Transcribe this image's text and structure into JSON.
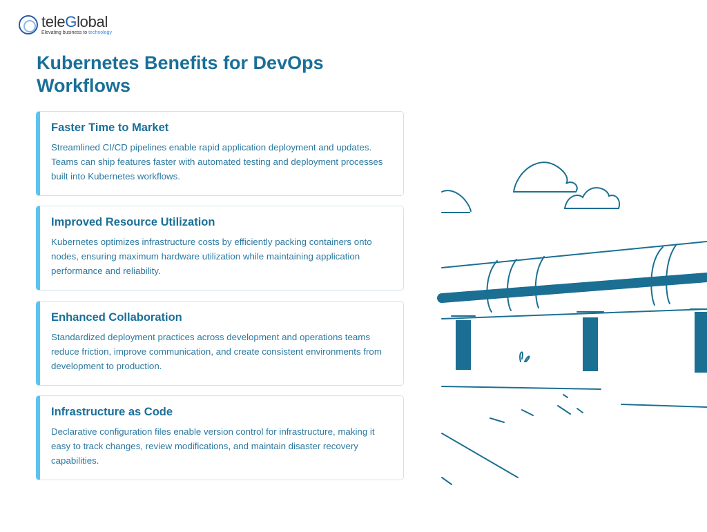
{
  "logo": {
    "brand_prefix": "tele",
    "brand_g": "G",
    "brand_suffix": "lobal",
    "tagline_prefix": "Elevating business to ",
    "tagline_accent": "technology"
  },
  "title": "Kubernetes Benefits for DevOps Workflows",
  "cards": [
    {
      "title": "Faster Time to Market",
      "body": "Streamlined CI/CD pipelines enable rapid application deployment and updates. Teams can ship features faster with automated testing and deployment processes built into Kubernetes workflows."
    },
    {
      "title": "Improved Resource Utilization",
      "body": "Kubernetes optimizes infrastructure costs by efficiently packing containers onto nodes, ensuring maximum hardware utilization while maintaining application performance and reliability."
    },
    {
      "title": "Enhanced Collaboration",
      "body": "Standardized deployment practices across development and operations teams reduce friction, improve communication, and create consistent environments from development to production."
    },
    {
      "title": "Infrastructure as Code",
      "body": "Declarative configuration files enable version control for infrastructure, making it easy to track changes, review modifications, and maintain disaster recovery capabilities."
    }
  ],
  "colors": {
    "accent": "#5cc3ee",
    "title": "#1a6f98",
    "art": "#1b6f93"
  }
}
